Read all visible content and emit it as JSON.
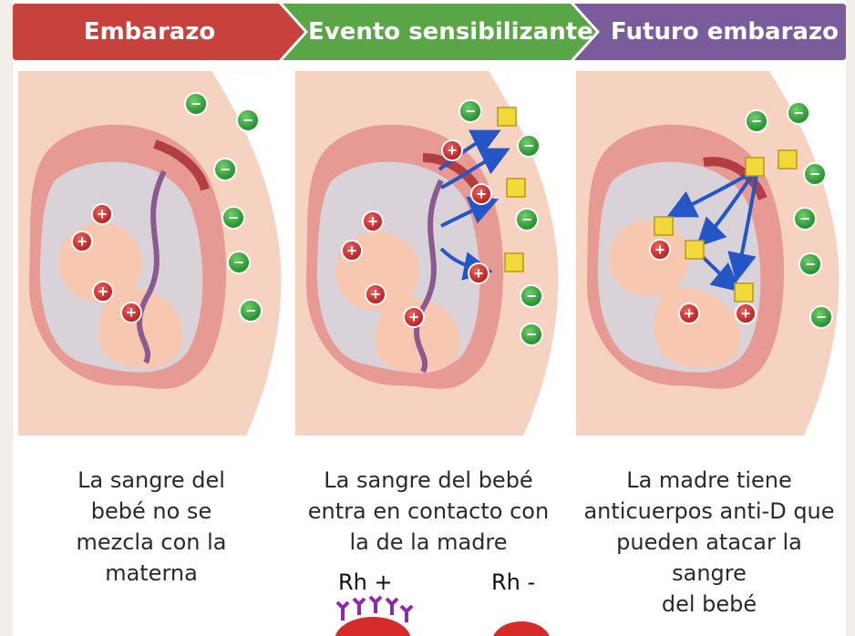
{
  "stages": [
    {
      "title": "Embarazo",
      "color": "#c8423d",
      "caption": [
        "La sangre del",
        "bebé no se",
        "mezcla con la",
        "materna"
      ]
    },
    {
      "title": "Evento sensibilizante",
      "color": "#5aa646",
      "caption": [
        "La sangre del bebé",
        "entra en contacto con",
        "la de la madre"
      ]
    },
    {
      "title": "Futuro embarazo",
      "color": "#7a5b9c",
      "caption": [
        "La madre tiene",
        "anticuerpos anti-D que",
        "pueden atacar la sangre",
        "del bebé"
      ]
    }
  ],
  "rh_labels": {
    "positive": "Rh +",
    "negative": "Rh -"
  },
  "symbols": {
    "plus": "+",
    "minus": "−"
  },
  "colors": {
    "positive_cell": "#d62b2b",
    "negative_cell": "#2ea23a",
    "antibody": "#f3d83a",
    "arrow": "#2456c8",
    "skin": "#f6d2c0",
    "uterus": "#e79a93"
  }
}
